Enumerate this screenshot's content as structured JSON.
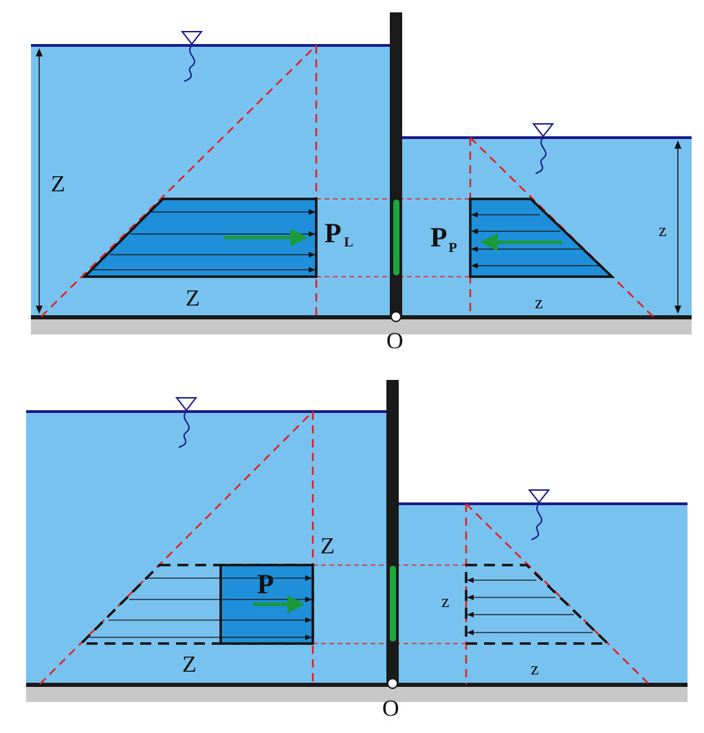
{
  "colors": {
    "water": "#78c2f0",
    "pressure_fill": "#1f8fd9",
    "surface_line": "#1a1a8a",
    "wall": "#1a1a1a",
    "ground": "#c8c8c8",
    "dashed_construction": "#e02020",
    "force_arrow": "#1a9a3a",
    "wall_highlight": "#1aa83a"
  },
  "icons": {
    "surface_marker": "water-surface-triangle-icon",
    "wave": "wave-squiggle-icon",
    "hinge": "hinge-circle-icon"
  },
  "panel_top": {
    "left_depth_label": "Z",
    "left_base_label": "Z",
    "right_depth_label": "z",
    "right_base_label": "z",
    "left_force_label": "P",
    "left_force_subscript": "L",
    "right_force_label": "P",
    "right_force_subscript": "P",
    "hinge_label": "O"
  },
  "panel_bottom": {
    "left_depth_label": "Z",
    "left_base_label": "Z",
    "right_depth_label": "z",
    "right_base_label": "z",
    "net_force_label": "P",
    "hinge_label": "O"
  }
}
